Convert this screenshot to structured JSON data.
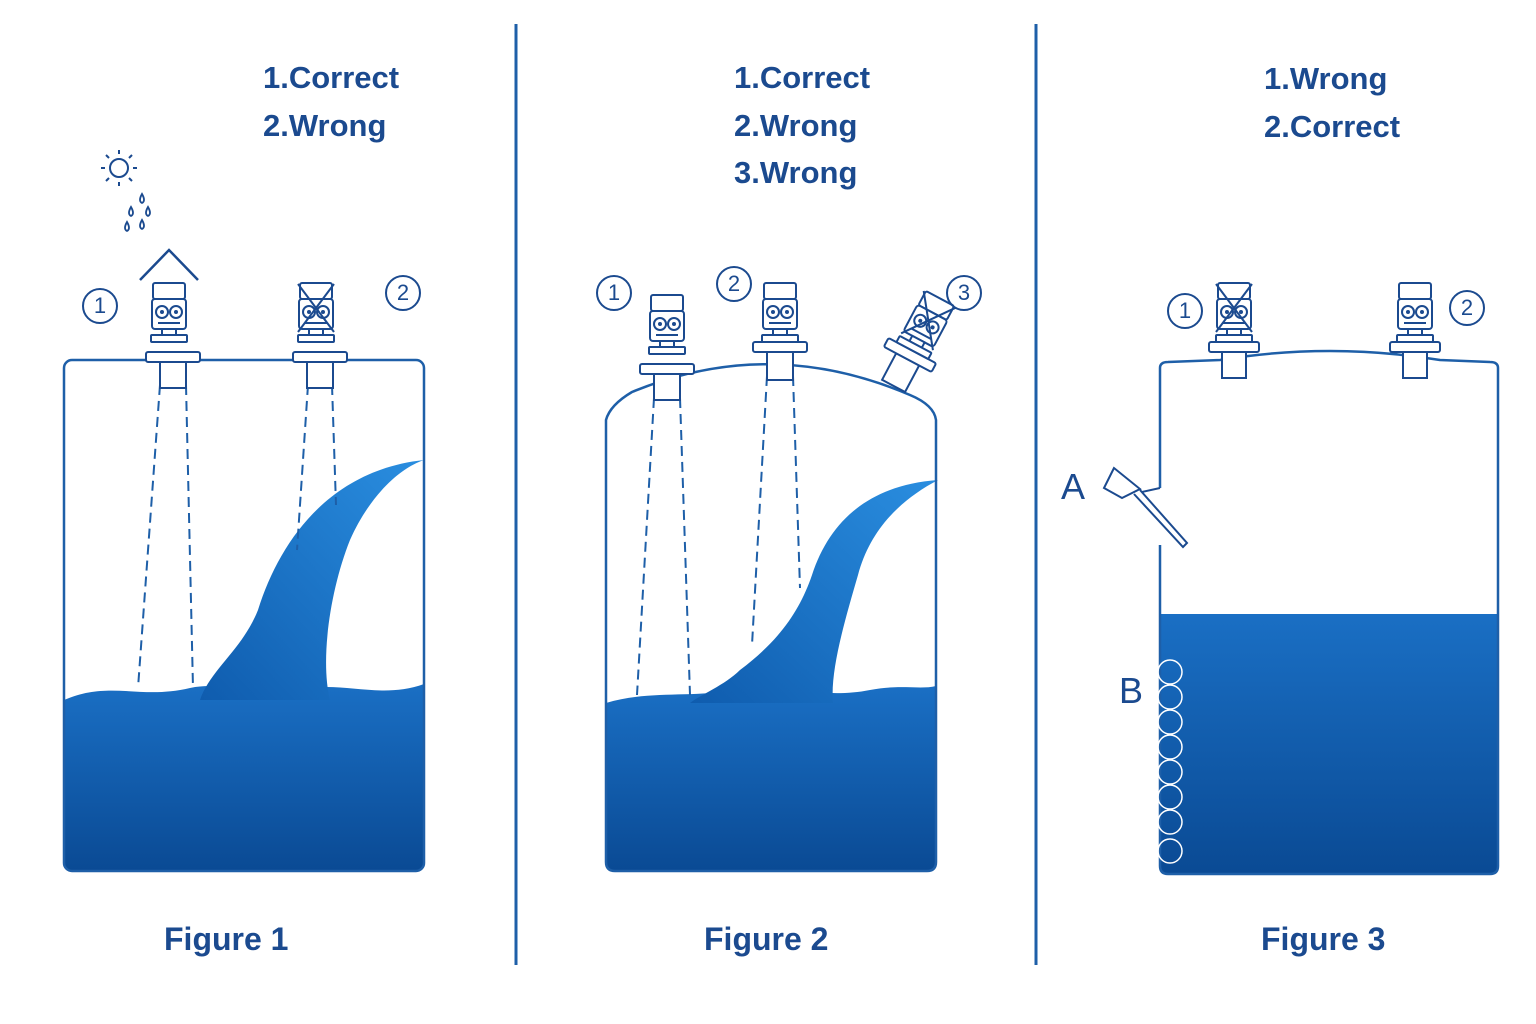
{
  "colors": {
    "accent": "#1b4a8f",
    "line": "#1e5fa8",
    "water_top": "#1a6fc4",
    "water_bottom": "#0a4a94"
  },
  "figure1": {
    "caption": "Figure 1",
    "notes": [
      "1.Correct",
      "2.Wrong"
    ],
    "markers": [
      "1",
      "2"
    ],
    "icons": [
      "sun-icon",
      "raindrops-icon",
      "sunshade-roof-icon"
    ]
  },
  "figure2": {
    "caption": "Figure 2",
    "notes": [
      "1.Correct",
      "2.Wrong",
      "3.Wrong"
    ],
    "markers": [
      "1",
      "2",
      "3"
    ]
  },
  "figure3": {
    "caption": "Figure 3",
    "notes": [
      "1.Wrong",
      "2.Correct"
    ],
    "markers": [
      "1",
      "2"
    ],
    "labels": {
      "a": "A",
      "b": "B"
    }
  }
}
